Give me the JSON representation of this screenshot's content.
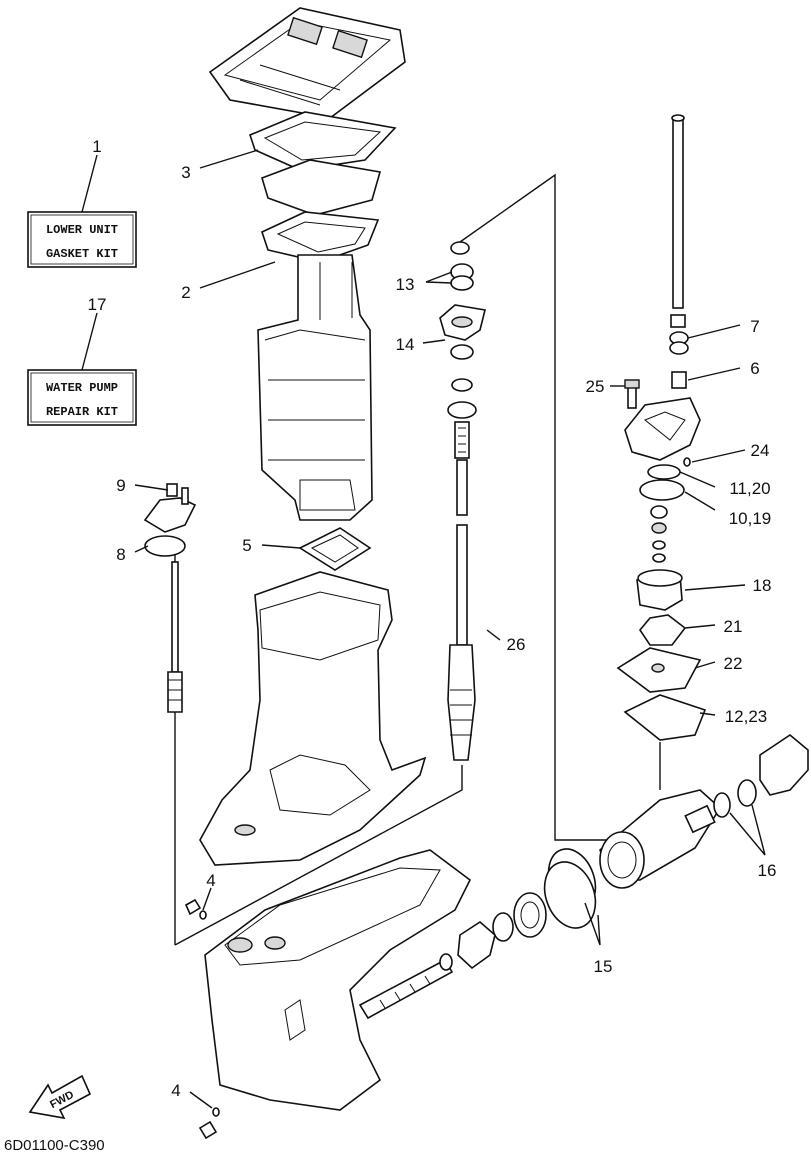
{
  "callouts": {
    "c1": "1",
    "c2": "2",
    "c3": "3",
    "c4a": "4",
    "c4b": "4",
    "c5": "5",
    "c6": "6",
    "c7": "7",
    "c8": "8",
    "c9": "9",
    "c10_19": "10,19",
    "c11_20": "11,20",
    "c12_23": "12,23",
    "c13": "13",
    "c14": "14",
    "c15": "15",
    "c16": "16",
    "c17": "17",
    "c18": "18",
    "c21": "21",
    "c22": "22",
    "c24": "24",
    "c25": "25",
    "c26": "26"
  },
  "kits": {
    "lower_unit_line1": "LOWER UNIT",
    "lower_unit_line2": "GASKET KIT",
    "water_pump_line1": "WATER PUMP",
    "water_pump_line2": "REPAIR KIT"
  },
  "fwd_label": "FWD",
  "diagram_code": "6D01100-C390"
}
